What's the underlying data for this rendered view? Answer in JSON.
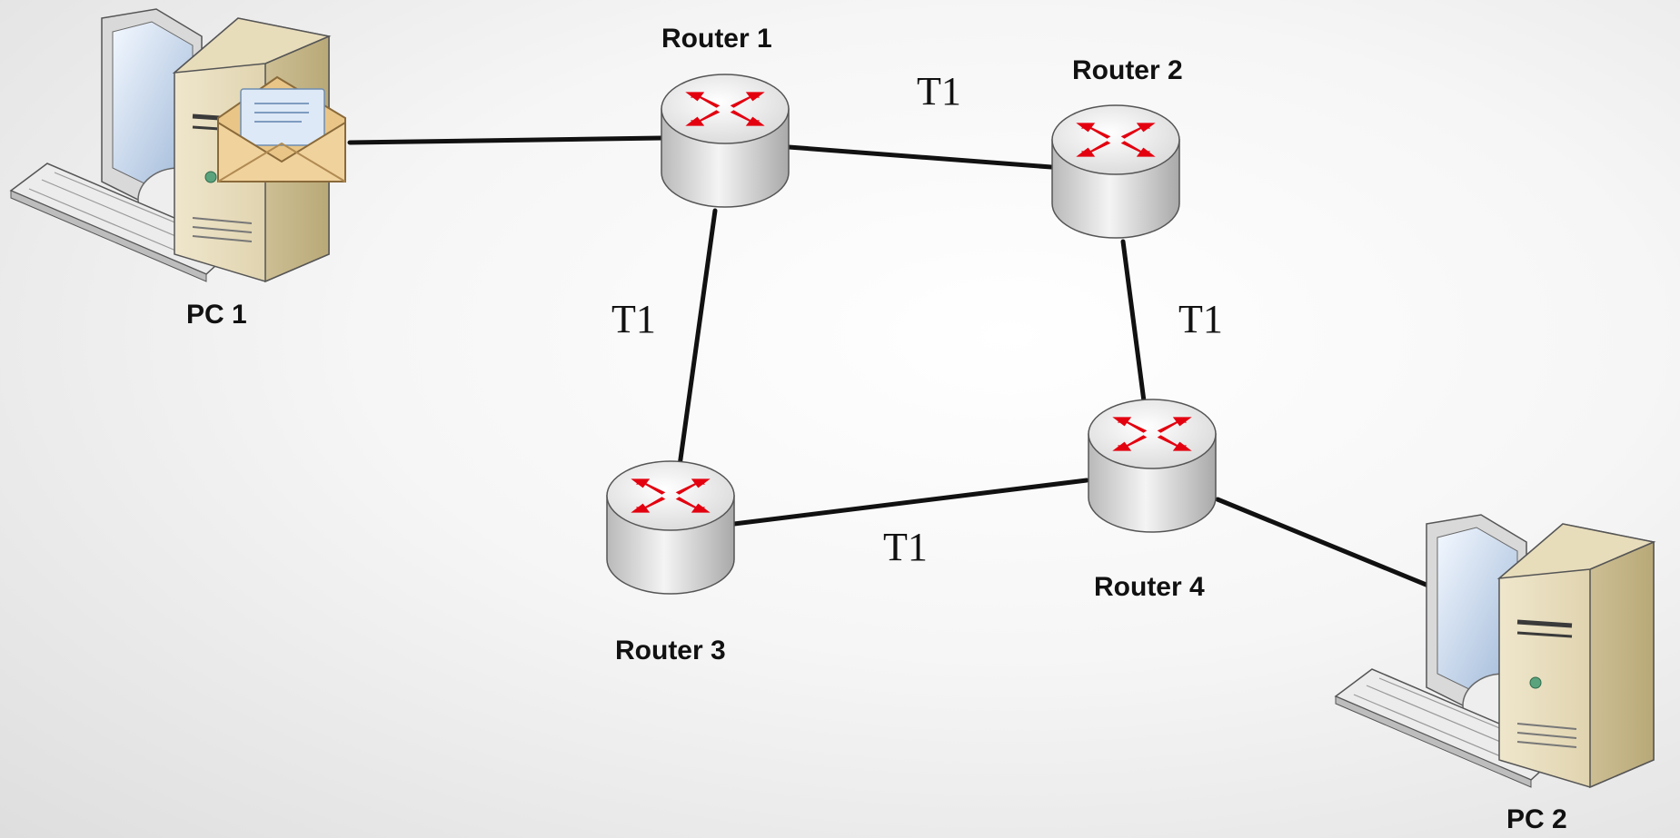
{
  "nodes": {
    "pc1": {
      "label": "PC 1",
      "has_envelope": true
    },
    "pc2": {
      "label": "PC 2"
    },
    "router1": {
      "label": "Router 1"
    },
    "router2": {
      "label": "Router 2"
    },
    "router3": {
      "label": "Router 3"
    },
    "router4": {
      "label": "Router 4"
    }
  },
  "links": [
    {
      "from": "pc1",
      "to": "router1",
      "label": ""
    },
    {
      "from": "router1",
      "to": "router2",
      "label": "T1"
    },
    {
      "from": "router1",
      "to": "router3",
      "label": "T1"
    },
    {
      "from": "router2",
      "to": "router4",
      "label": "T1"
    },
    {
      "from": "router3",
      "to": "router4",
      "label": "T1"
    },
    {
      "from": "router4",
      "to": "pc2",
      "label": ""
    }
  ],
  "colors": {
    "arrow": "#e3000f",
    "line": "#111111",
    "tower": "#ddd0a8",
    "envelope": "#e2b97c"
  }
}
